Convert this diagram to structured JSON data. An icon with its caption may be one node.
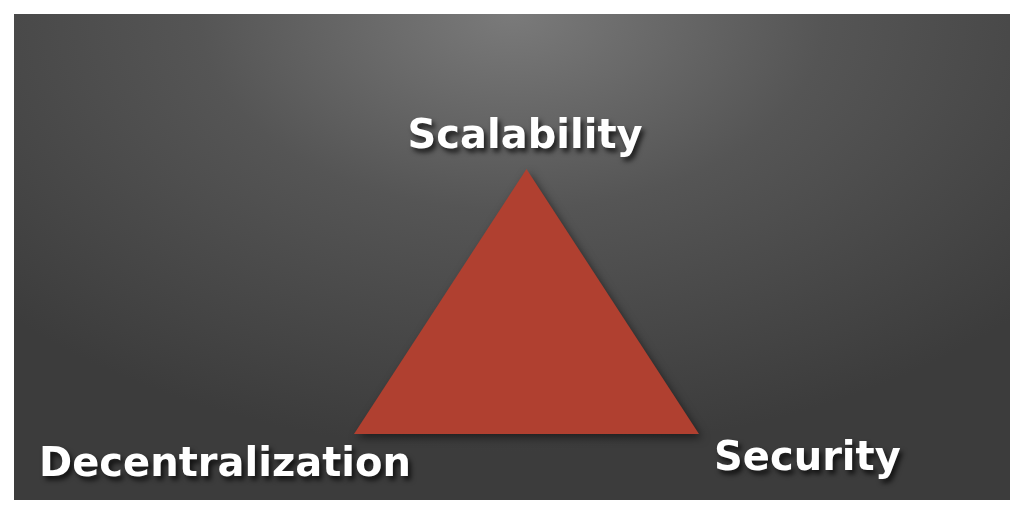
{
  "diagram": {
    "nodes": [
      {
        "text": [],
        "shape": "triangle",
        "beside": [
          "Scalability",
          "Decentralization",
          "Security"
        ]
      }
    ]
  }
}
